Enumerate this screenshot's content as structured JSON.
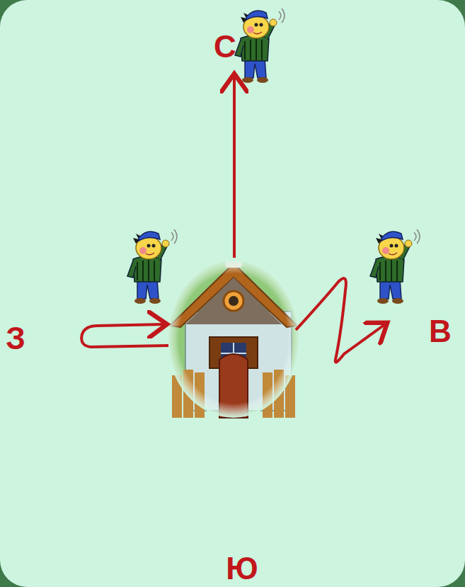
{
  "diagram": {
    "labels": [
      "С",
      "З",
      "В",
      "Ю"
    ]
  }
}
